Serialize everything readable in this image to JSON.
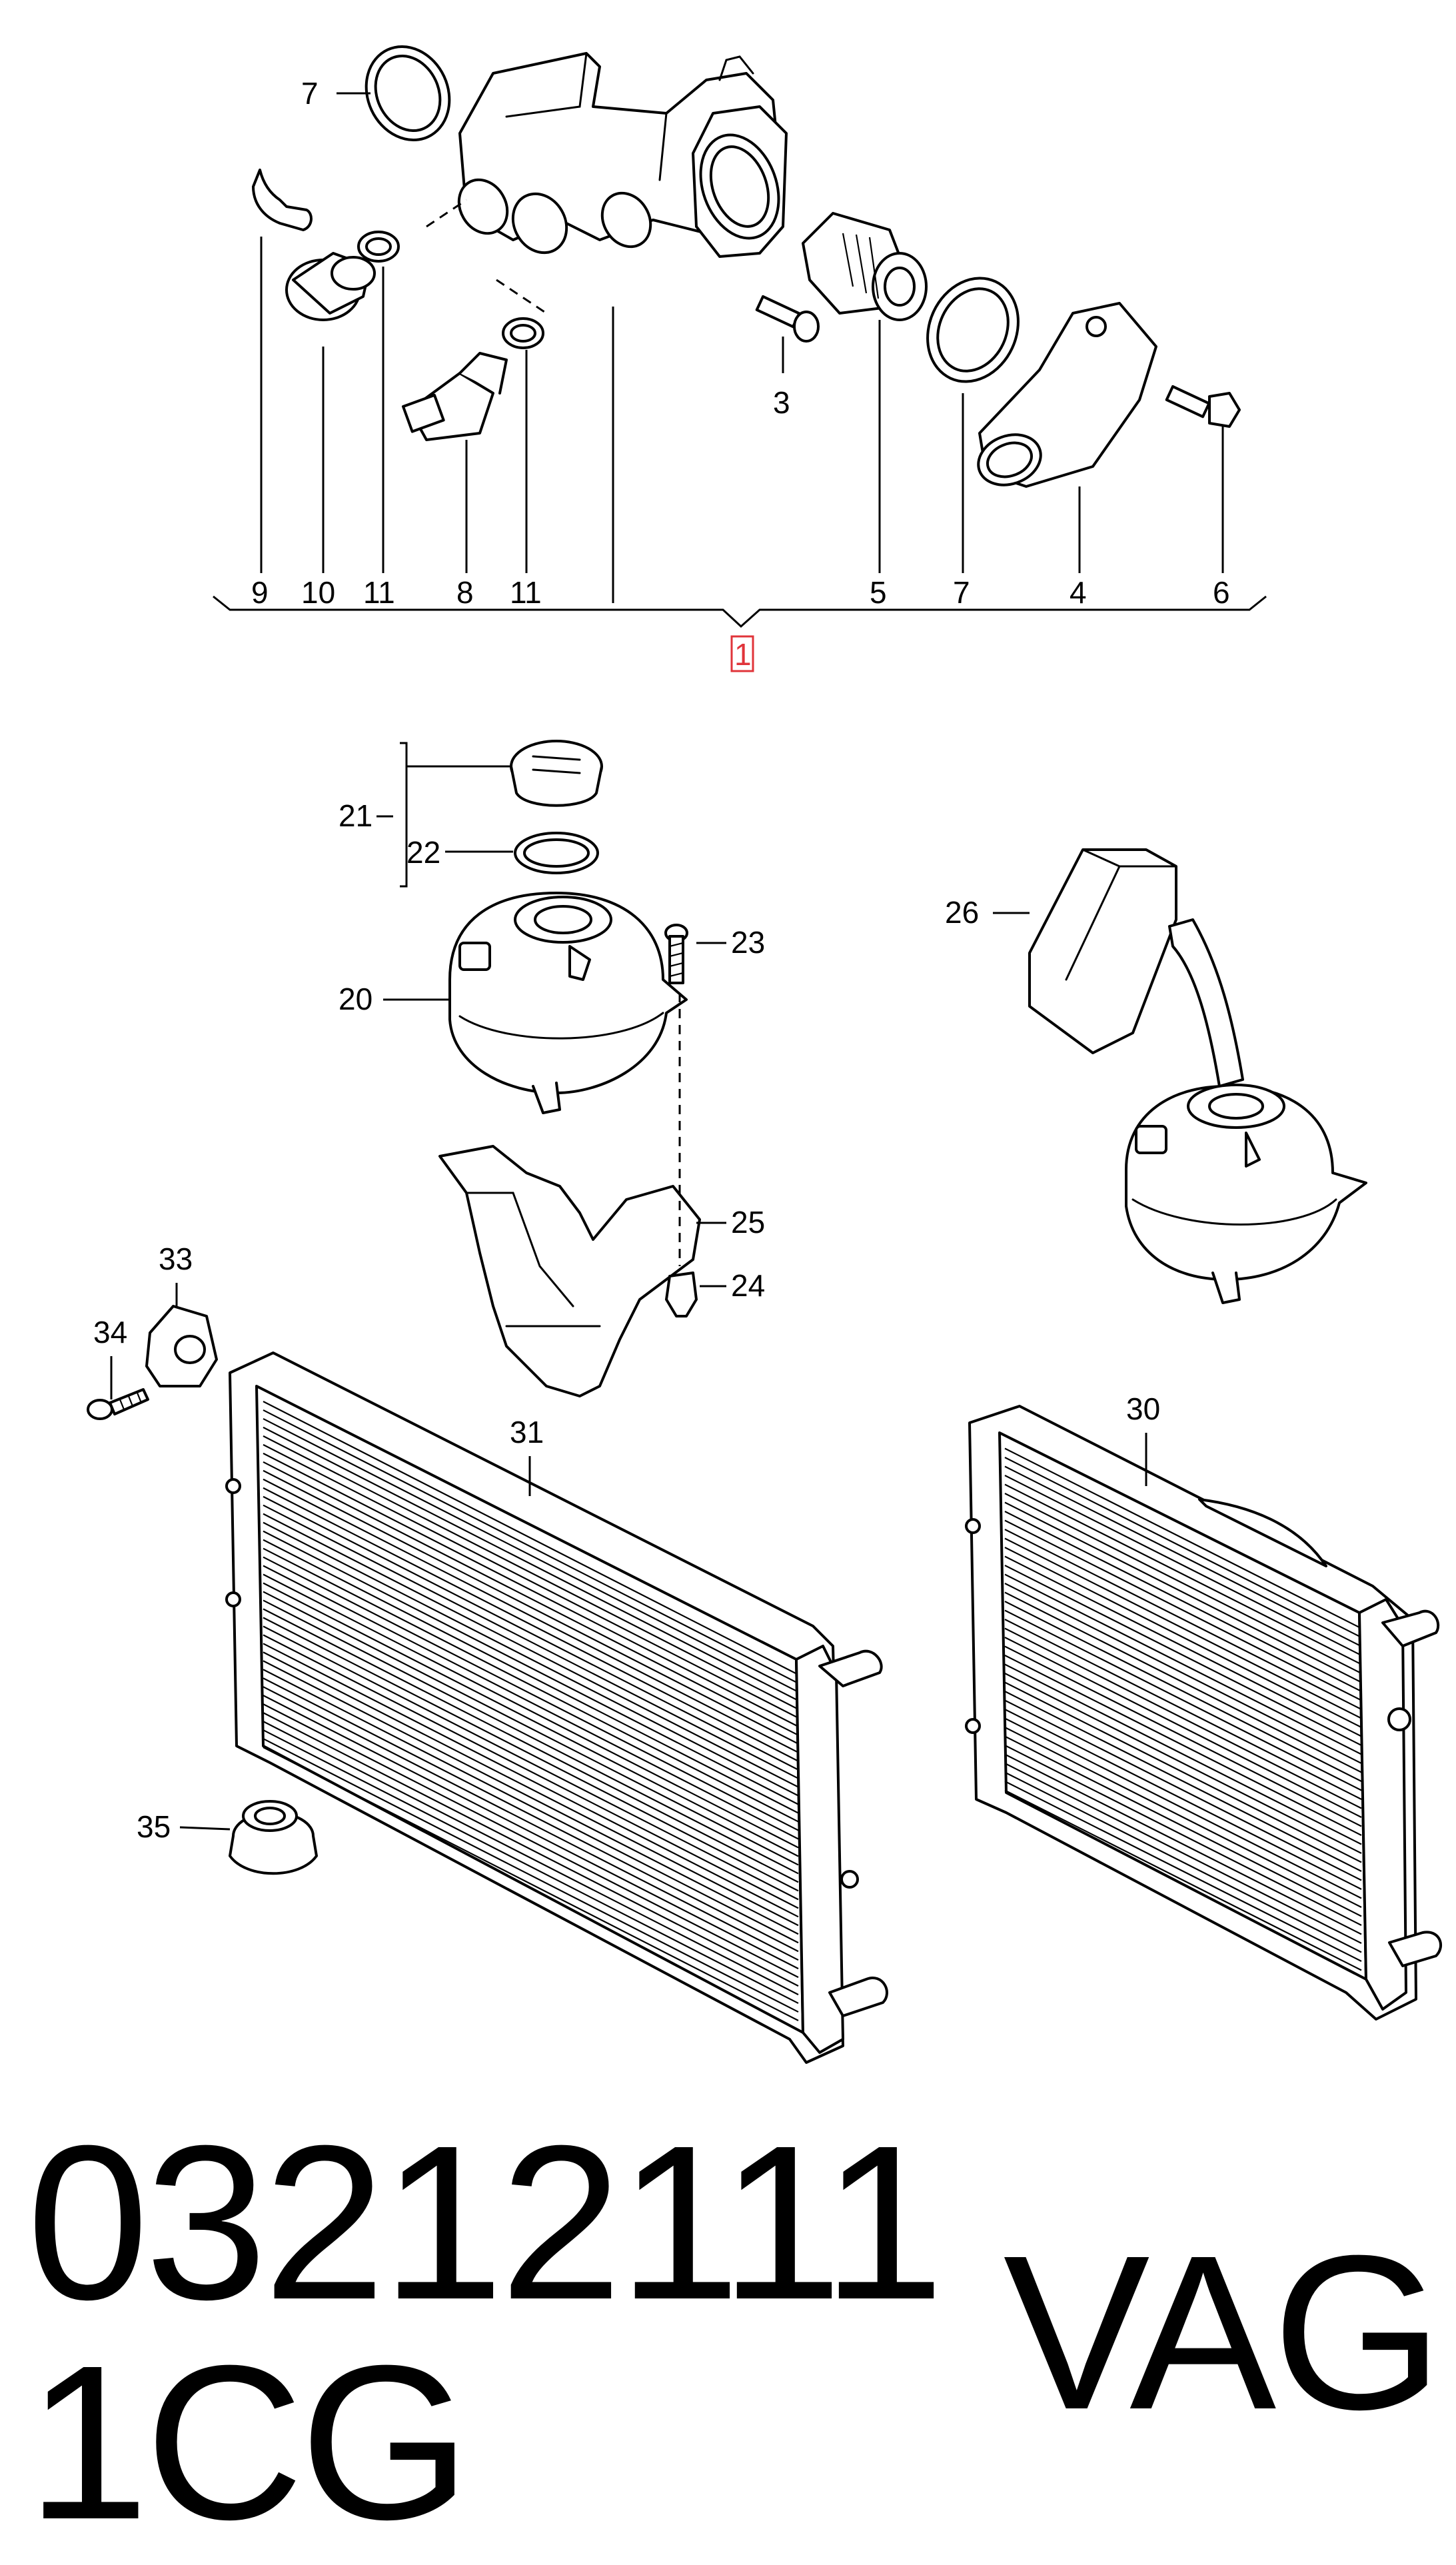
{
  "callouts": [
    {
      "id": "c7a",
      "text": "7"
    },
    {
      "id": "c9",
      "text": "9"
    },
    {
      "id": "c10",
      "text": "10"
    },
    {
      "id": "c11a",
      "text": "11"
    },
    {
      "id": "c8",
      "text": "8"
    },
    {
      "id": "c11b",
      "text": "11"
    },
    {
      "id": "c3",
      "text": "3"
    },
    {
      "id": "c5",
      "text": "5"
    },
    {
      "id": "c7b",
      "text": "7"
    },
    {
      "id": "c4",
      "text": "4"
    },
    {
      "id": "c6",
      "text": "6"
    },
    {
      "id": "c1",
      "text": "1"
    },
    {
      "id": "c21",
      "text": "21"
    },
    {
      "id": "c22",
      "text": "22"
    },
    {
      "id": "c23",
      "text": "23"
    },
    {
      "id": "c20",
      "text": "20"
    },
    {
      "id": "c25",
      "text": "25"
    },
    {
      "id": "c24",
      "text": "24"
    },
    {
      "id": "c26",
      "text": "26"
    },
    {
      "id": "c33",
      "text": "33"
    },
    {
      "id": "c34",
      "text": "34"
    },
    {
      "id": "c31",
      "text": "31"
    },
    {
      "id": "c30",
      "text": "30"
    },
    {
      "id": "c35",
      "text": "35"
    }
  ],
  "footer": {
    "part_number": "03212111 1CG",
    "brand": "VAG"
  }
}
